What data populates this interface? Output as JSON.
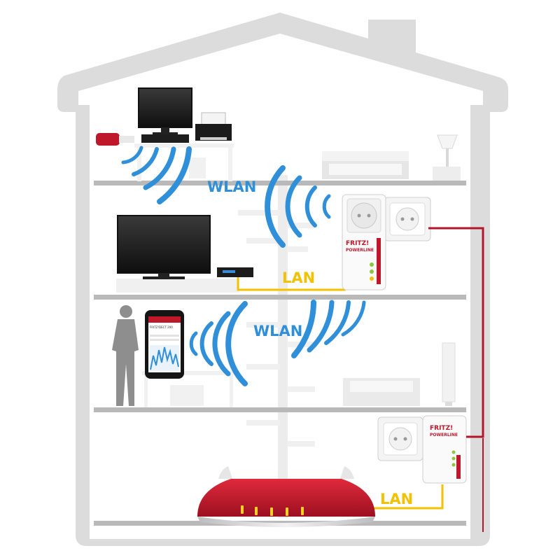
{
  "labels": {
    "wlan_top": "WLAN",
    "wlan_middle": "WLAN",
    "lan_middle": "LAN",
    "lan_bottom": "LAN"
  },
  "adapter_upper": {
    "brand_line1": "FRITZ!",
    "brand_line2": "POWERLINE"
  },
  "adapter_lower": {
    "brand_line1": "FRITZ!",
    "brand_line2": "POWERLINE"
  },
  "smartphone": {
    "app_title": "FRITZ!DECT 200"
  },
  "colors": {
    "wifi": "#2f8fd8",
    "lan_cable": "#f2c200",
    "powerline_cable": "#b3162a",
    "router_red": "#c0182b",
    "floor": "#b9b9b9",
    "house_fill": "#dcdcdc"
  }
}
